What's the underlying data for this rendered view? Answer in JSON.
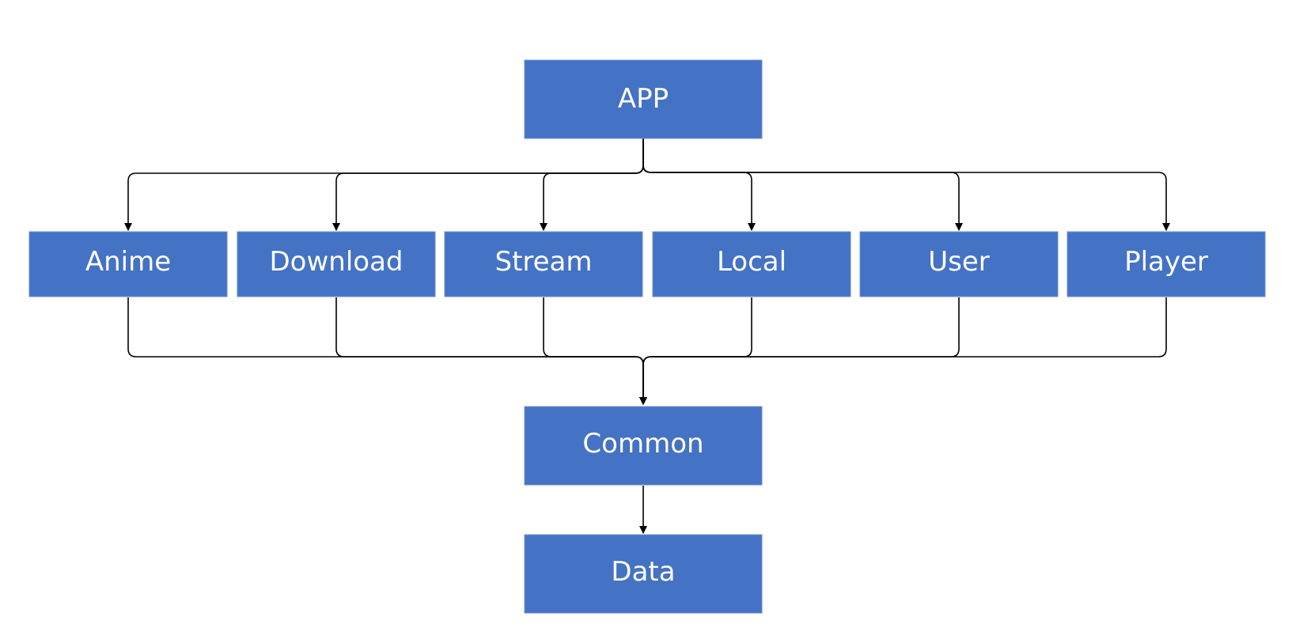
{
  "colors": {
    "node_fill": "#4472c4",
    "node_text": "#ffffff",
    "connector": "#000000",
    "background": "#ffffff"
  },
  "nodes": {
    "app": "APP",
    "anime": "Anime",
    "download": "Download",
    "stream": "Stream",
    "local": "Local",
    "user": "User",
    "player": "Player",
    "common": "Common",
    "data": "Data"
  },
  "edges": [
    {
      "from": "APP",
      "to": "Anime"
    },
    {
      "from": "APP",
      "to": "Download"
    },
    {
      "from": "APP",
      "to": "Stream"
    },
    {
      "from": "APP",
      "to": "Local"
    },
    {
      "from": "APP",
      "to": "User"
    },
    {
      "from": "APP",
      "to": "Player"
    },
    {
      "from": "Anime",
      "to": "Common"
    },
    {
      "from": "Download",
      "to": "Common"
    },
    {
      "from": "Stream",
      "to": "Common"
    },
    {
      "from": "Local",
      "to": "Common"
    },
    {
      "from": "User",
      "to": "Common"
    },
    {
      "from": "Player",
      "to": "Common"
    },
    {
      "from": "Common",
      "to": "Data"
    }
  ]
}
